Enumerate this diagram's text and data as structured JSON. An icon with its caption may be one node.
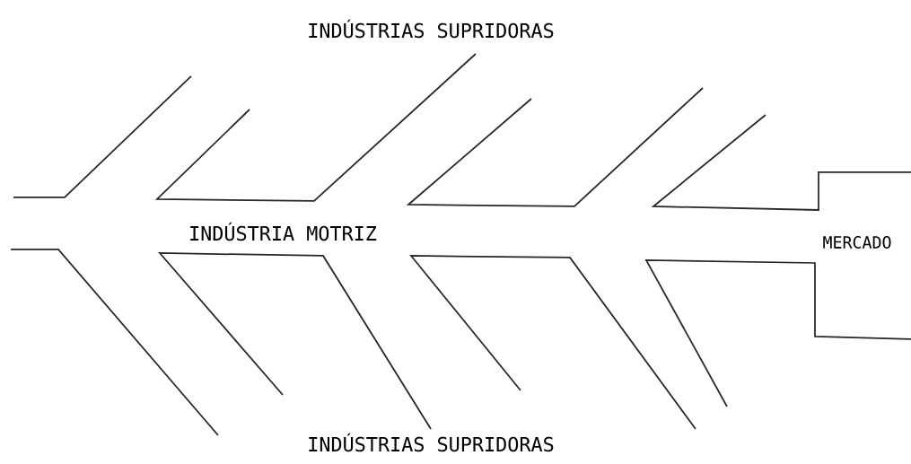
{
  "diagram": {
    "labels": [
      "INDÚSTRIAS SUPRIDORAS",
      "INDÚSTRIA MOTRIZ",
      "MERCADO",
      "INDÚSTRIAS SUPRIDORAS"
    ]
  }
}
